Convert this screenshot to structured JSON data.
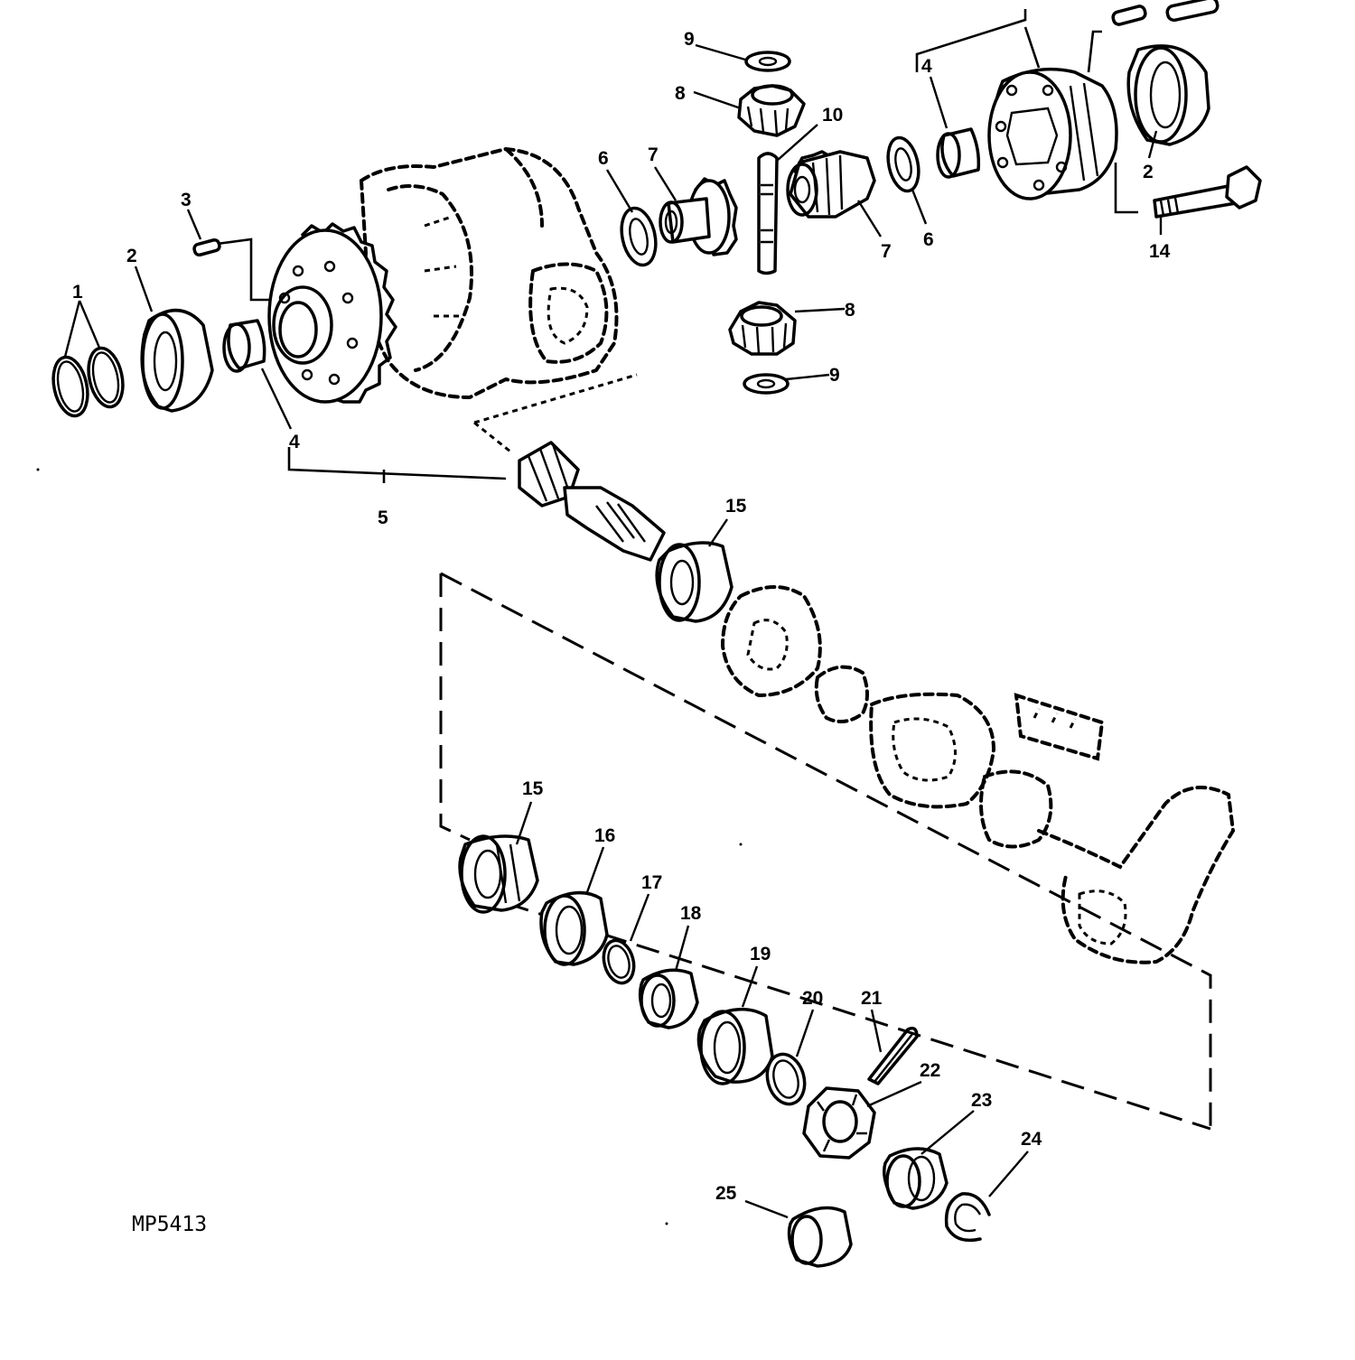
{
  "figure": {
    "code": "MP5413"
  },
  "callouts": {
    "c1": "1",
    "c2": "2",
    "c2b": "2",
    "c3": "3",
    "c4": "4",
    "c4b": "4",
    "c5": "5",
    "c6": "6",
    "c6b": "6",
    "c7": "7",
    "c7b": "7",
    "c8": "8",
    "c8b": "8",
    "c9": "9",
    "c9b": "9",
    "c10": "10",
    "c14": "14",
    "c15": "15",
    "c15b": "15",
    "c16": "16",
    "c17": "17",
    "c18": "18",
    "c19": "19",
    "c20": "20",
    "c21": "21",
    "c22": "22",
    "c23": "23",
    "c24": "24",
    "c25": "25"
  }
}
